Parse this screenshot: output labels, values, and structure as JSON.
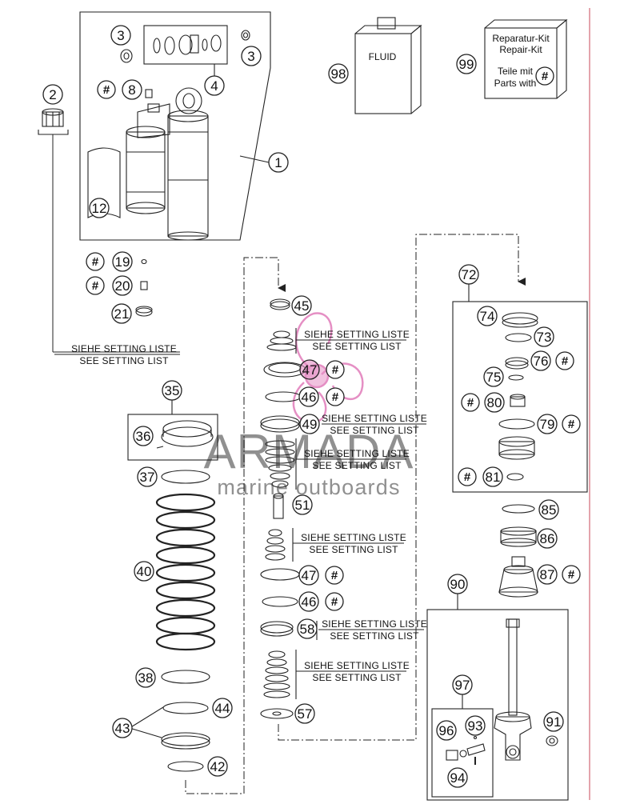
{
  "setting_note": {
    "de": "SIEHE SETTING LISTE",
    "en": "SEE SETTING LIST"
  },
  "hash_symbol": "#",
  "fluid_label": "FLUID",
  "repair_kit": {
    "line1": "Reparatur-Kit",
    "line2": "Repair-Kit",
    "line3": "Teile mit",
    "line4": "Parts with"
  },
  "watermark": {
    "brand": "ARMADA",
    "tagline": "marine outboards"
  },
  "colors": {
    "line": "#222222",
    "watermark_pink": "#e58fc4",
    "watermark_gray": "#6b6b6b",
    "edge_red": "#c84a5a"
  },
  "callouts": {
    "c1": "1",
    "c2": "2",
    "c3a": "3",
    "c3b": "3",
    "c4": "4",
    "c8": "8",
    "c12": "12",
    "c19": "19",
    "c20": "20",
    "c21": "21",
    "c35": "35",
    "c36": "36",
    "c37": "37",
    "c38": "38",
    "c40": "40",
    "c42": "42",
    "c43": "43",
    "c44": "44",
    "c45": "45",
    "c46a": "46",
    "c46b": "46",
    "c47a": "47",
    "c47b": "47",
    "c49": "49",
    "c51": "51",
    "c57": "57",
    "c58": "58",
    "c72": "72",
    "c73": "73",
    "c74": "74",
    "c75": "75",
    "c76": "76",
    "c79": "79",
    "c80": "80",
    "c81": "81",
    "c85": "85",
    "c86": "86",
    "c87": "87",
    "c90": "90",
    "c91": "91",
    "c93": "93",
    "c94": "94",
    "c96": "96",
    "c97": "97",
    "c98": "98",
    "c99": "99"
  }
}
